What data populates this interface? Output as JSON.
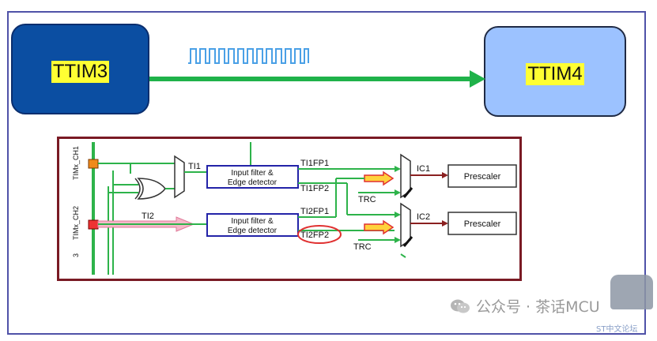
{
  "top": {
    "source_label": "TTIM3",
    "dest_label": "TTIM4",
    "signal_icon": "square-wave-icon",
    "colors": {
      "source_fill": "#0b4ea2",
      "dest_fill": "#9cc2ff",
      "arrow": "#1fb24a",
      "label_bg": "#ffff33",
      "wave": "#4aa0e6"
    }
  },
  "diagram": {
    "pins": [
      "TIMx_CH1",
      "TIMx_CH2",
      "3"
    ],
    "signals": {
      "ti1": "TI1",
      "ti2": "TI2"
    },
    "filters": [
      {
        "line1": "Input filter &",
        "line2": "Edge detector"
      },
      {
        "line1": "Input filter &",
        "line2": "Edge detector"
      }
    ],
    "fp_labels": {
      "ti1fp1": "TI1FP1",
      "ti1fp2": "TI1FP2",
      "ti2fp1": "TI2FP1",
      "ti2fp2": "TI2FP2"
    },
    "trc_labels": [
      "TRC",
      "TRC"
    ],
    "ic_labels": [
      "IC1",
      "IC2"
    ],
    "prescalers": [
      "Prescaler",
      "Prescaler"
    ],
    "colors": {
      "border": "#7a1a24",
      "line": "#2db34a",
      "box": "#2323a8",
      "highlight": "#e03030",
      "arrow_fill": "#ffd23c"
    }
  },
  "watermark": {
    "text": "公众号 · 茶话MCU",
    "site": "ST中文论坛"
  }
}
